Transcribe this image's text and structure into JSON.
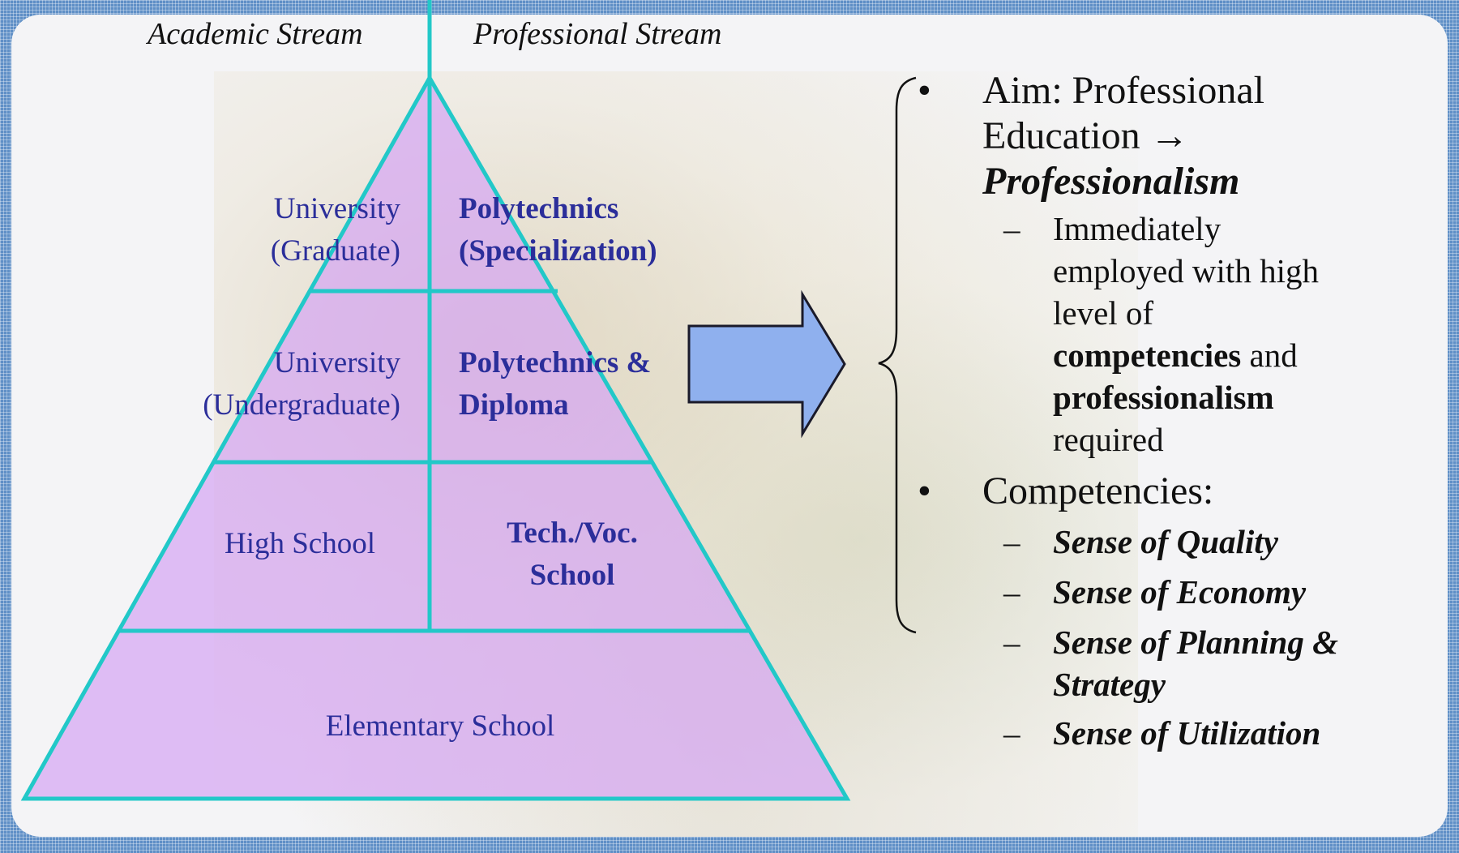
{
  "streams": {
    "academic": "Academic Stream",
    "professional": "Professional Stream"
  },
  "pyramid": {
    "fill": "#d6a6f2",
    "line": "#22c8c8",
    "text_color": "#2b2e9a",
    "academic": {
      "grad_line1": "University",
      "grad_line2": "(Graduate)",
      "undergrad_line1": "University",
      "undergrad_line2": "(Undergraduate)",
      "high": "High School"
    },
    "professional": {
      "poly_spec_line1": "Polytechnics",
      "poly_spec_line2": "(Specialization)",
      "poly_dip_line1": "Polytechnics &",
      "poly_dip_line2": "Diploma",
      "tech_line1": "Tech./Voc.",
      "tech_line2": "School"
    },
    "base": "Elementary School"
  },
  "bullets": {
    "aim": {
      "bullet": "•",
      "prefix": "Aim:  Professional",
      "line2": "Education →",
      "line3": "Professionalism"
    },
    "aim_sub": {
      "dash": "–",
      "line1": "Immediately",
      "line2": "employed with high",
      "line3": "level of",
      "competencies": "competencies",
      "and": " and",
      "professionalism": "professionalism",
      "required": "required"
    },
    "competencies": {
      "bullet": "•",
      "label": "Competencies:",
      "dash": "–",
      "items": [
        "Sense of Quality",
        "Sense of Economy",
        "Sense of Planning &",
        "Strategy",
        "Sense of Utilization"
      ]
    }
  }
}
